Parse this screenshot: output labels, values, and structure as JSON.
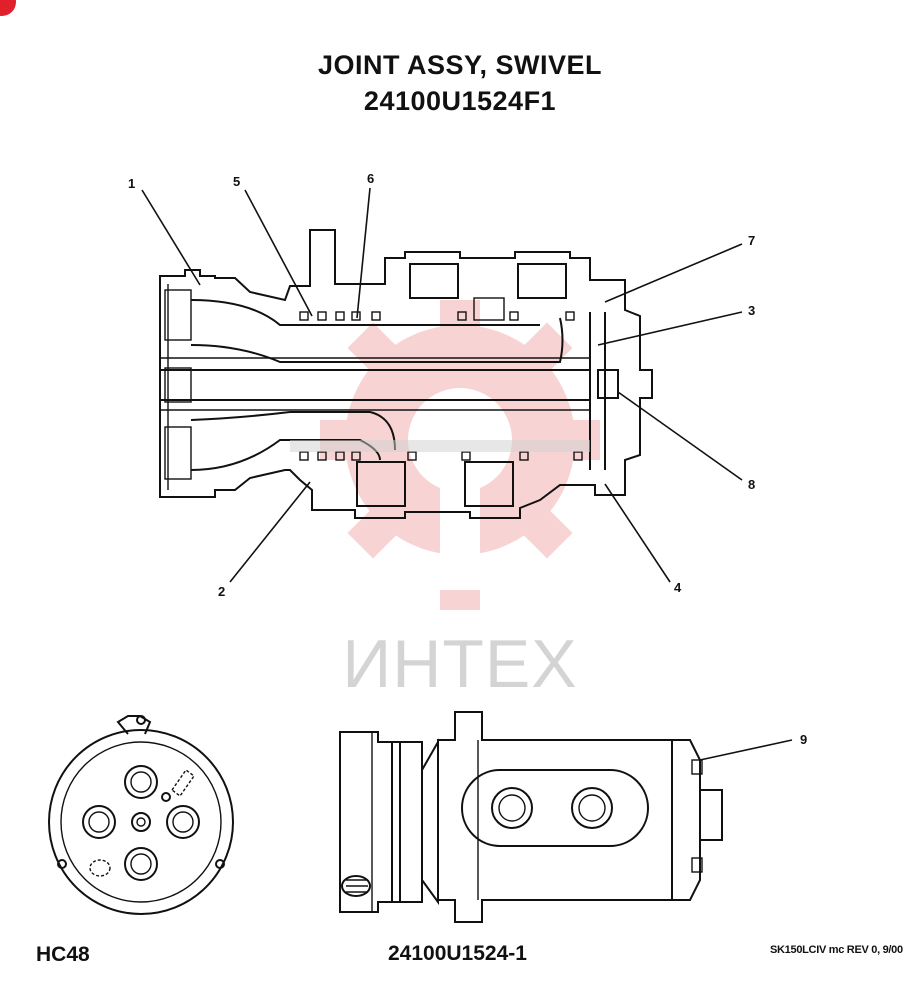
{
  "title": {
    "line1": "JOINT ASSY, SWIVEL",
    "line2": "24100U1524F1"
  },
  "callouts": [
    "1",
    "2",
    "3",
    "4",
    "5",
    "6",
    "7",
    "8",
    "9"
  ],
  "watermark": {
    "text": "ИНТЕХ",
    "color": "#e23a3a"
  },
  "footer": {
    "left": "HC48",
    "center": "24100U1524-1",
    "right": "SK150LCIV mc REV 0, 9/00"
  },
  "corner_marker_color": "#e0202a"
}
